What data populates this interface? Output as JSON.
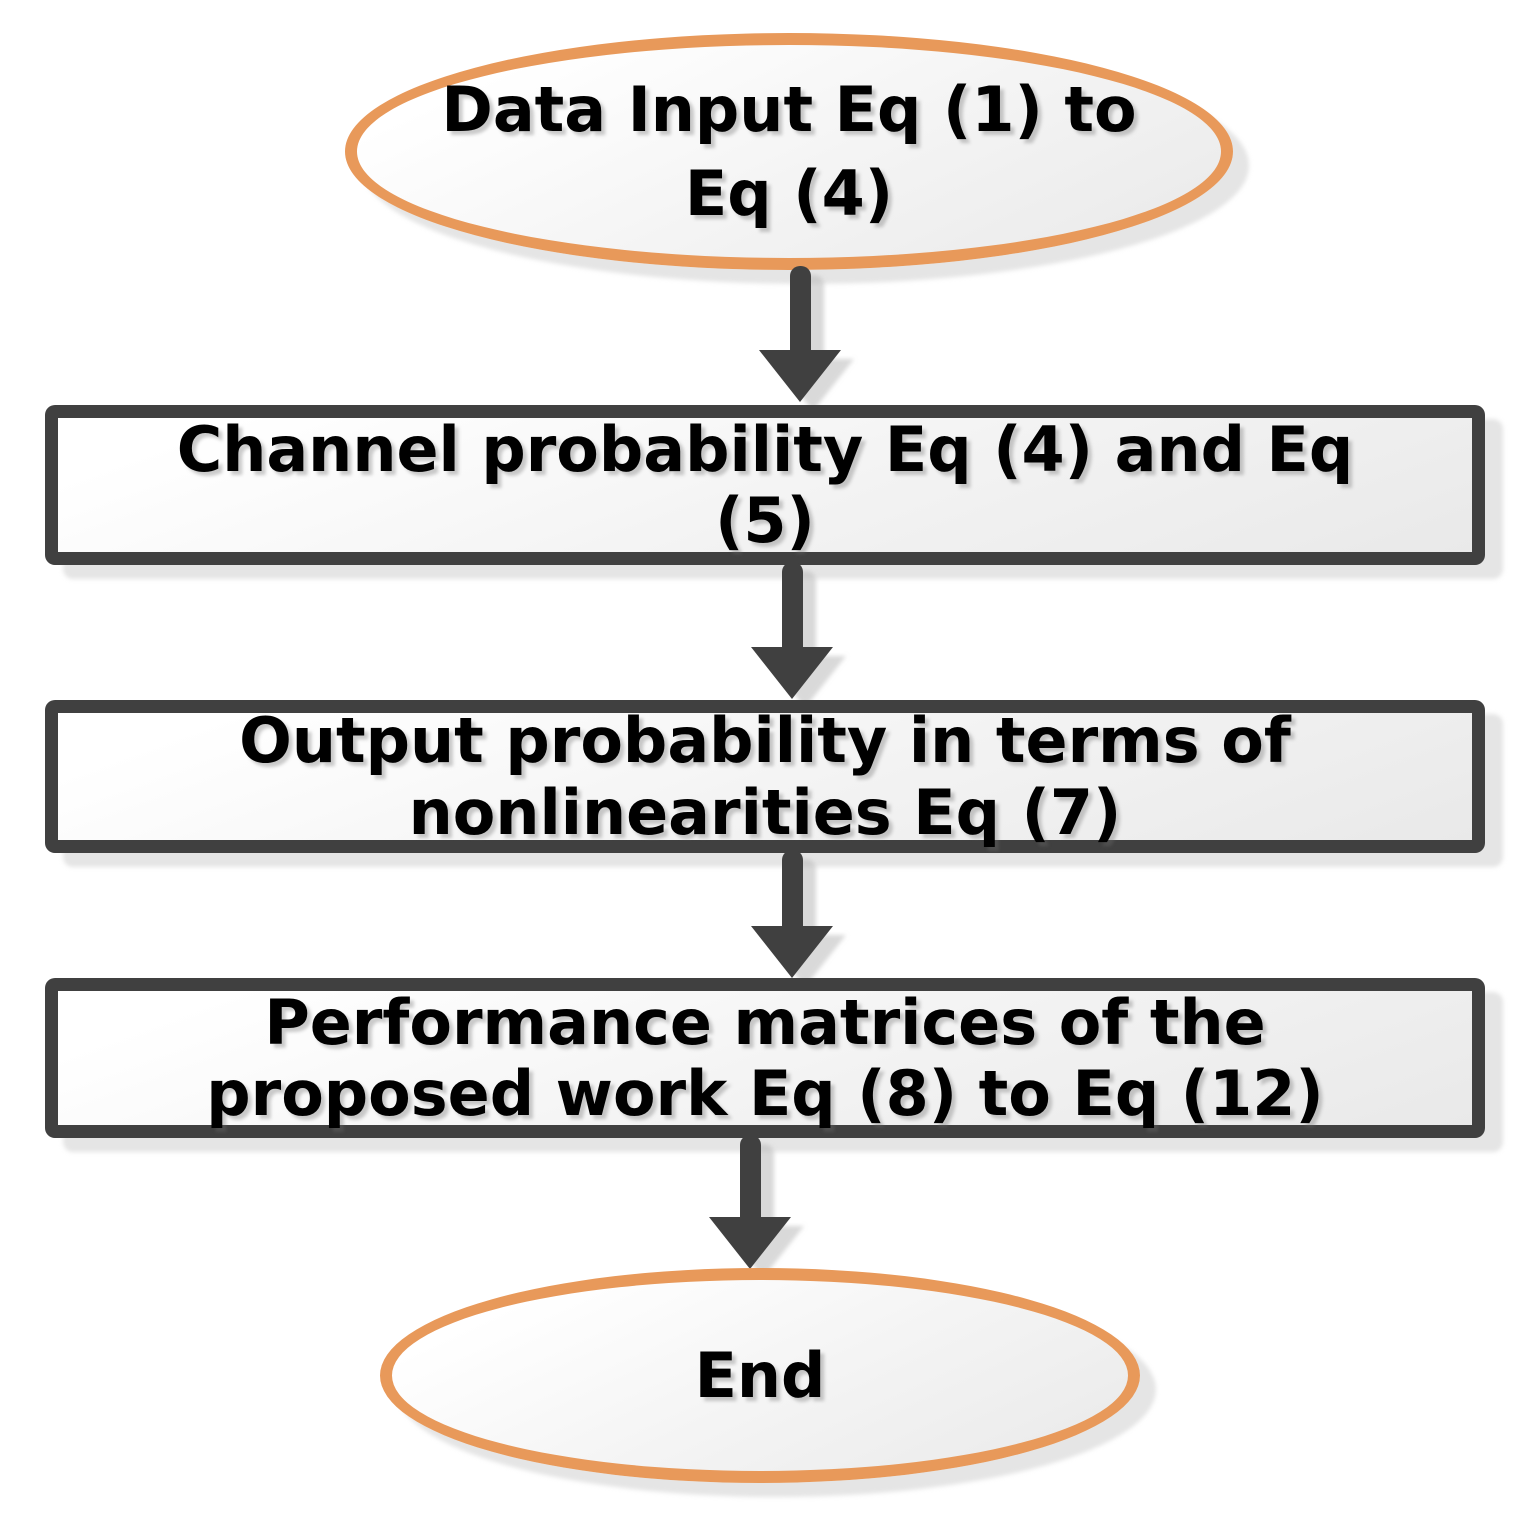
{
  "flowchart": {
    "type": "vertical-flowchart",
    "colors": {
      "terminator_border": "#E8995A",
      "process_border": "#404040",
      "arrow": "#404040",
      "node_fill_top": "#FFFFFF",
      "node_fill_bottom": "#E9E9E9",
      "shadow": "#BEBEBE",
      "text": "#000000",
      "background": "#FFFFFF"
    },
    "nodes": [
      {
        "id": "start",
        "type": "terminator",
        "label": "Data Input Eq (1) to\nEq (4)"
      },
      {
        "id": "channel-probability",
        "type": "process",
        "label": "Channel probability Eq (4) and Eq\n(5)"
      },
      {
        "id": "output-probability",
        "type": "process",
        "label": "Output probability in terms of\nnonlinearities Eq (7)"
      },
      {
        "id": "performance-matrices",
        "type": "process",
        "label": "Performance matrices of the\nproposed work Eq (8) to Eq (12)"
      },
      {
        "id": "end",
        "type": "terminator",
        "label": "End"
      }
    ],
    "edges": [
      {
        "from": "start",
        "to": "channel-probability"
      },
      {
        "from": "channel-probability",
        "to": "output-probability"
      },
      {
        "from": "output-probability",
        "to": "performance-matrices"
      },
      {
        "from": "performance-matrices",
        "to": "end"
      }
    ]
  }
}
